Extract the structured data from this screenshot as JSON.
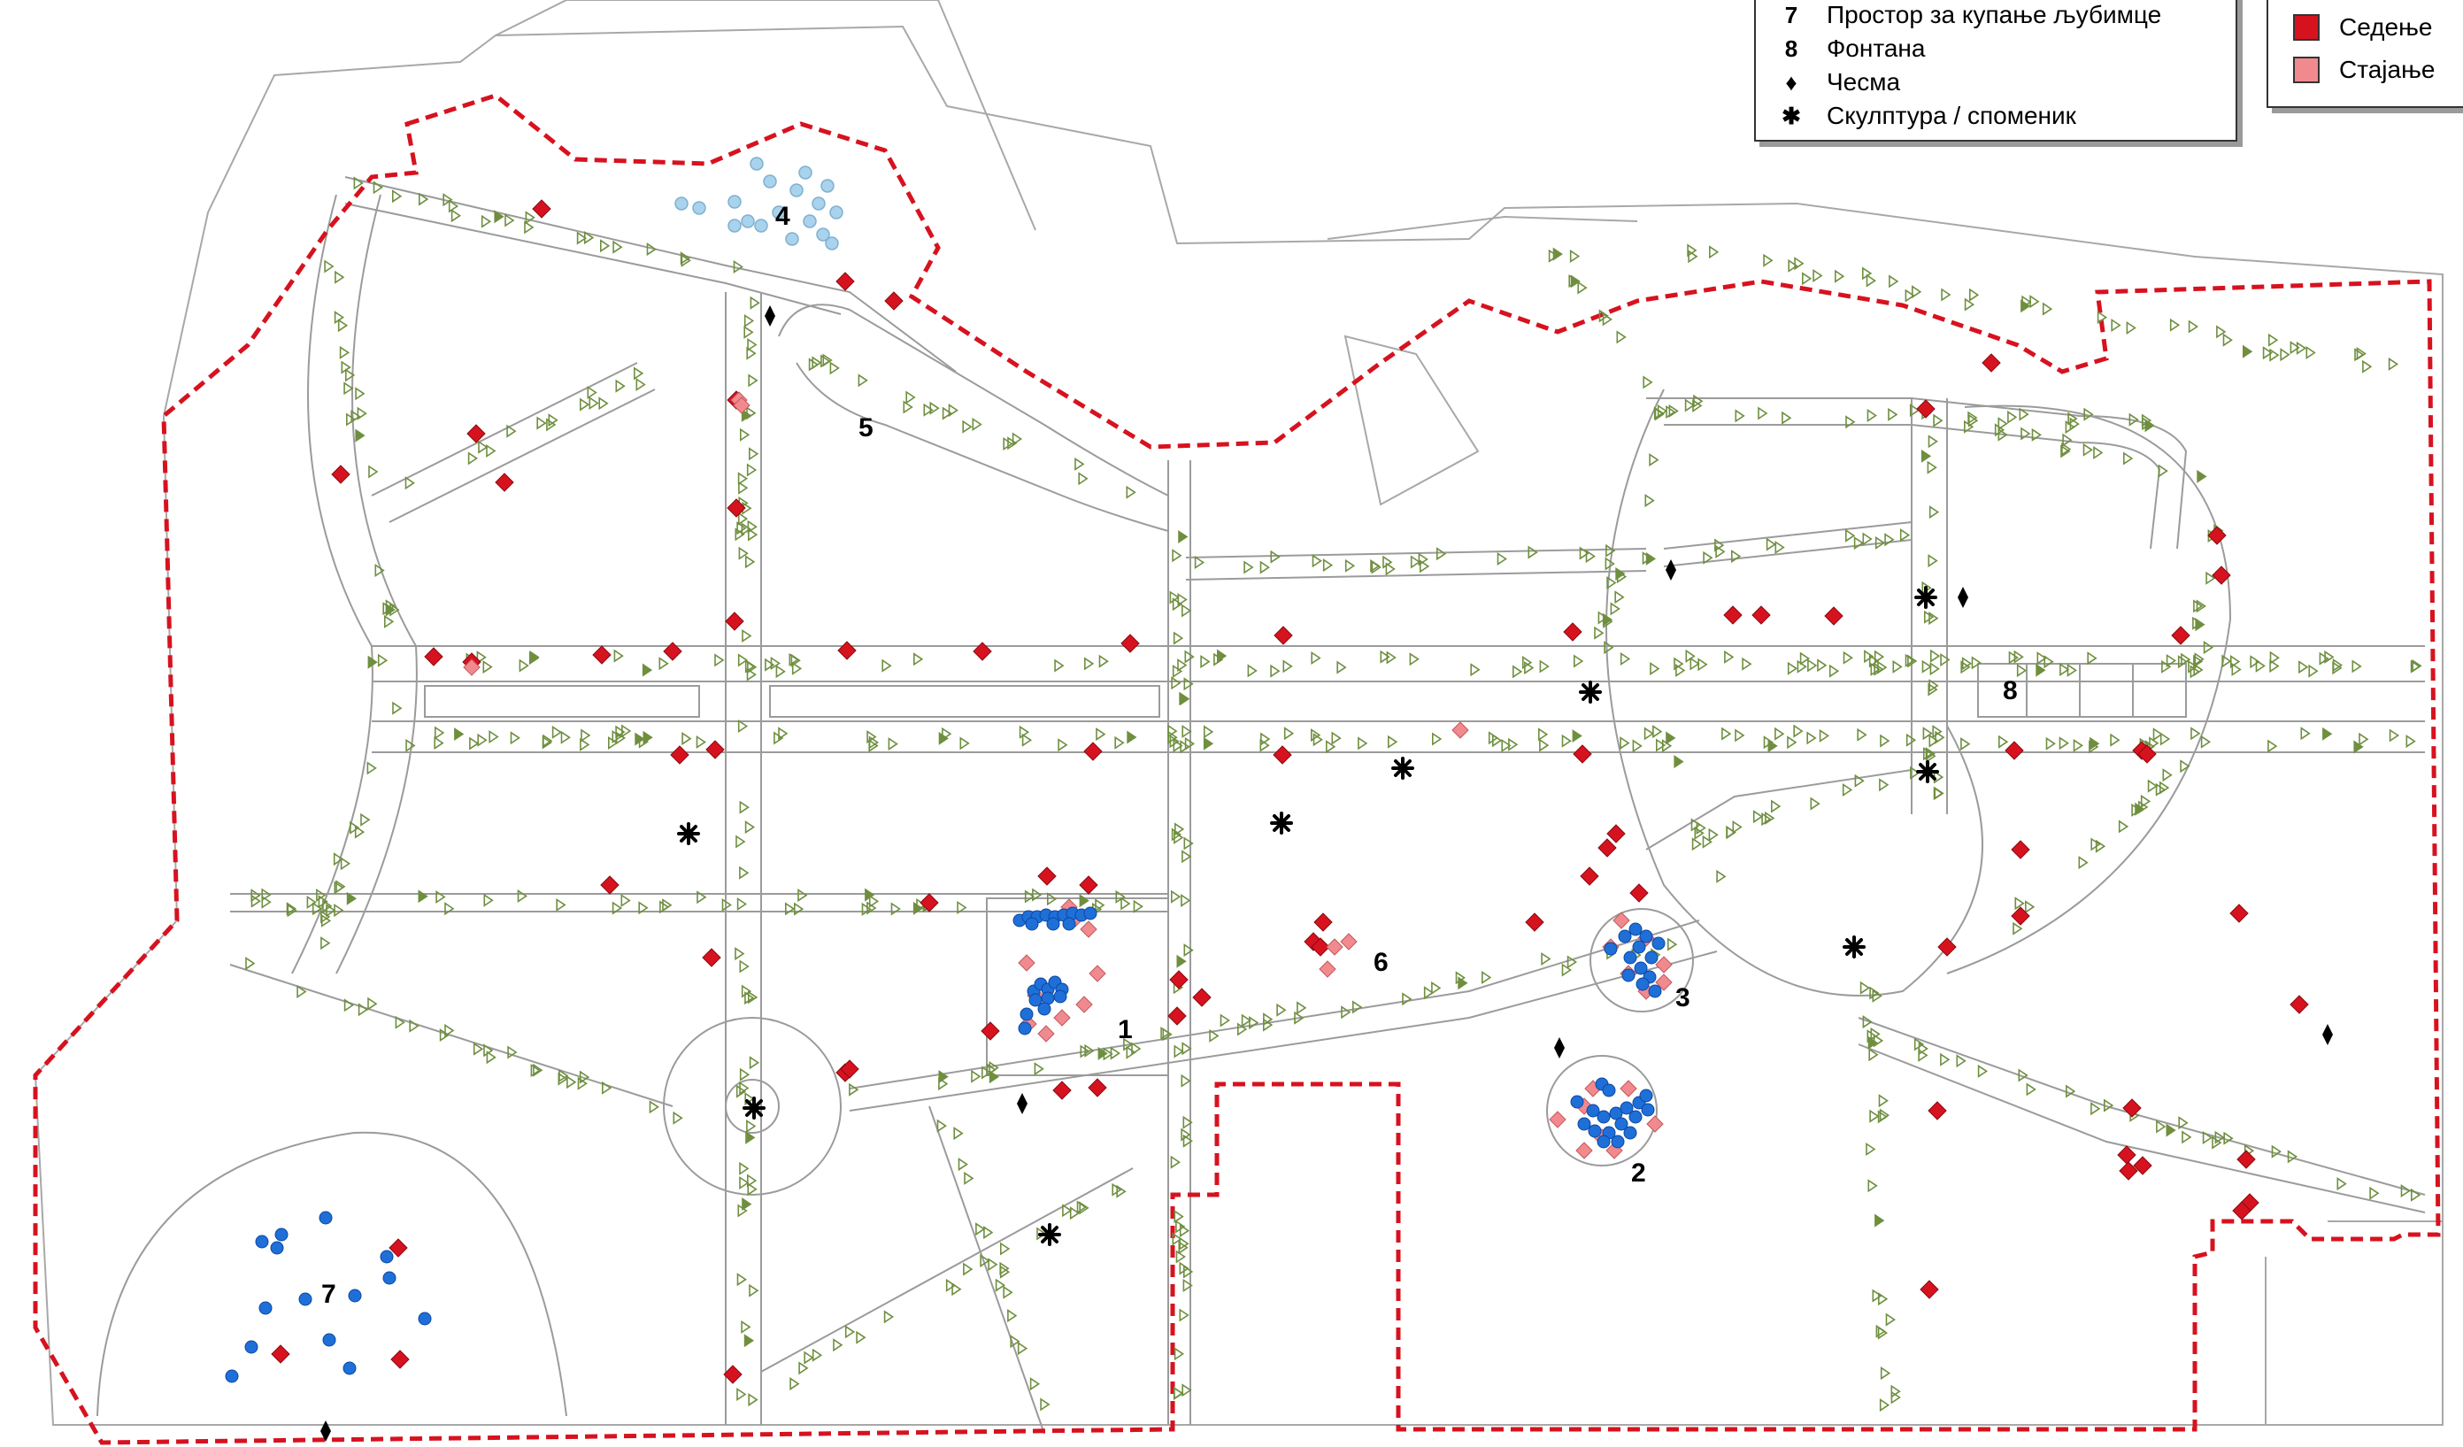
{
  "legend_amenities": {
    "items": [
      {
        "symbol": "7",
        "label": "Простор за купање љубимце"
      },
      {
        "symbol": "8",
        "label": "Фонтана"
      },
      {
        "symbol": "♦",
        "label": "Чесма"
      },
      {
        "symbol": "✱",
        "label": "Скулптура / споменик"
      }
    ]
  },
  "legend_activity": {
    "items": [
      {
        "label": "Седење",
        "color": "#d7121f"
      },
      {
        "label": "Стајање",
        "color": "#f08a8e"
      }
    ]
  },
  "zones": {
    "z1": "1",
    "z2": "2",
    "z3": "3",
    "z4": "4",
    "z5": "5",
    "z6": "6",
    "z7": "7",
    "z8": "8"
  },
  "colors": {
    "boundary": "#d7121f",
    "paths": "#9b9b9b",
    "walking": "#6f8f3f",
    "sitting": "#d7121f",
    "standing": "#f08a8e",
    "blue_points": "#1f6fd8",
    "light_blue_points": "#a9d3ec"
  }
}
